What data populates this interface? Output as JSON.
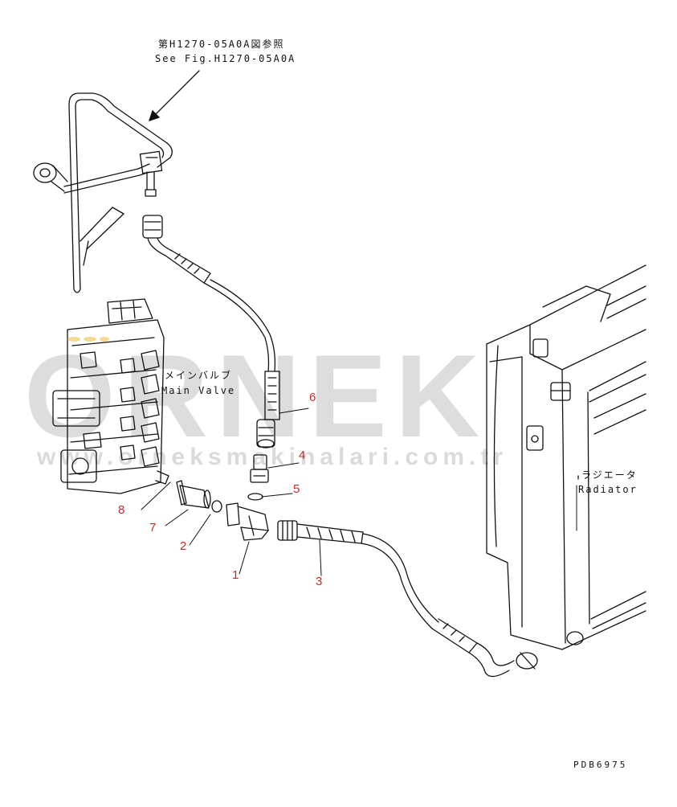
{
  "reference": {
    "jp": "第H1270-05A0A図参照",
    "en": "See Fig.H1270-05A0A"
  },
  "labels": {
    "main_valve_jp": "メインバルブ",
    "main_valve_en": "Main Valve",
    "radiator_jp": "ラジエータ",
    "radiator_en": "Radiator"
  },
  "part_numbers": [
    "1",
    "2",
    "3",
    "4",
    "5",
    "6",
    "7",
    "8"
  ],
  "part_number_color": "#c8282a",
  "watermark": {
    "brand": "ORNEK",
    "site": "www.orneksmakinalari.com.tr"
  },
  "drawing_code": "PDB6975"
}
